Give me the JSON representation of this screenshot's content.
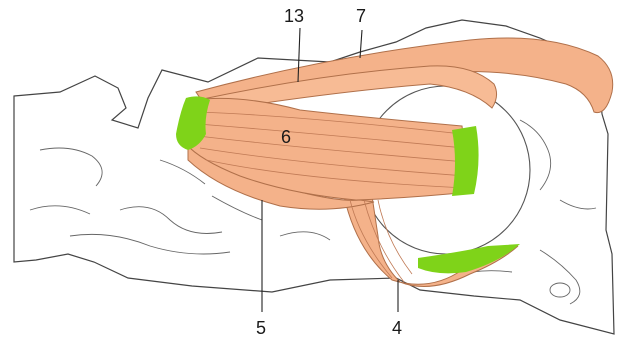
{
  "figure": {
    "labels": {
      "l13": "13",
      "l7": "7",
      "l6": "6",
      "l5": "5",
      "l4": "4"
    },
    "colors": {
      "muscle": "#f4b28a",
      "muscle_line": "#b0704a",
      "tendon": "#7fd319",
      "bone_outline": "#444444",
      "label_line": "#222222",
      "background": "#ffffff"
    }
  }
}
